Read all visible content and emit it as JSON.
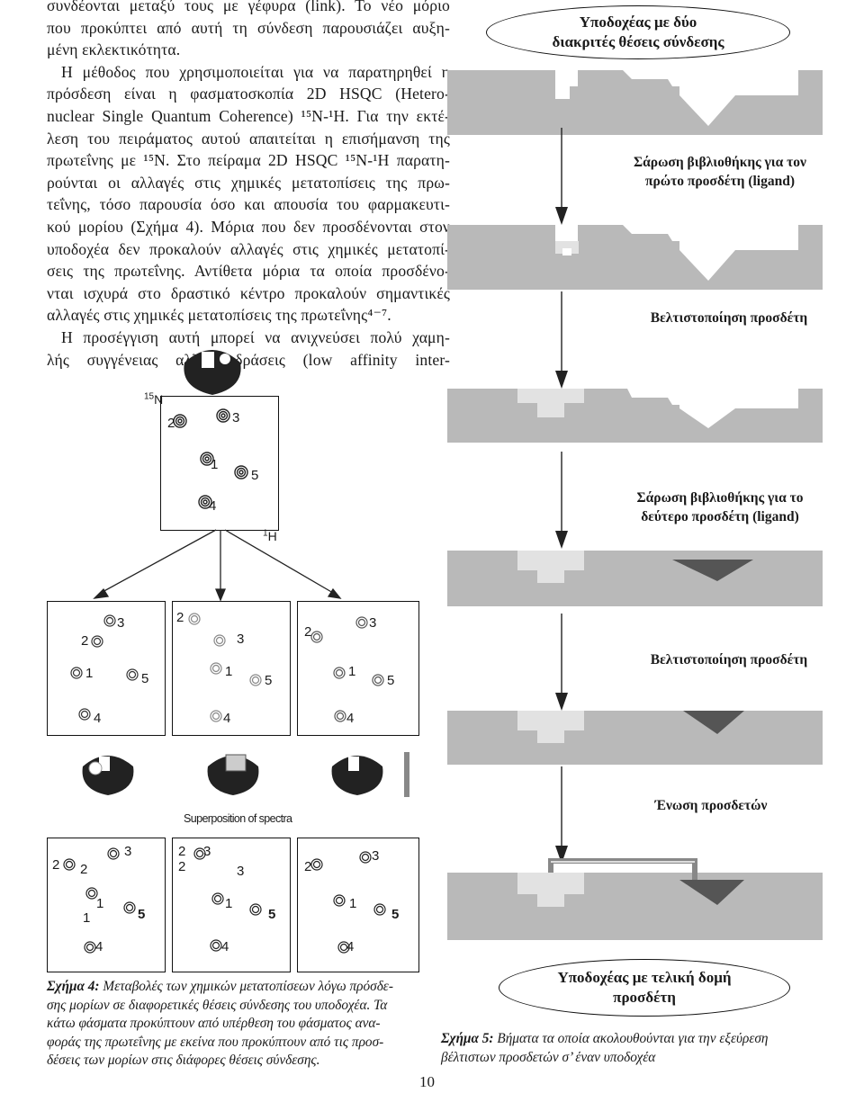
{
  "body_text": [
    "συνδέονται μεταξύ τους με γέφυρα (link). Το νέο μόριο",
    "που προκύπτει από αυτή τη σύνδεση παρουσιάζει αυξη-",
    "μένη εκλεκτικότητα.",
    "Η μέθοδος που χρησιμοποιείται για να παρατηρηθεί η",
    "πρόσδεση είναι η φασματοσκοπία 2D HSQC (Hetero-",
    "nuclear Single Quantum Coherence) ¹⁵N-¹H. Για την εκτέ-",
    "λεση του πειράματος αυτού απαιτείται η επισήμανση της",
    "πρωτεΐνης με ¹⁵N. Στο πείραμα 2D HSQC ¹⁵N-¹H παρατη-",
    "ρούνται οι αλλαγές στις χημικές μετατοπίσεις της πρω-",
    "τεΐνης, τόσο παρουσία όσο και απουσία του φαρμακευτι-",
    "κού μορίου (Σχήμα 4). Μόρια που δεν προσδένονται στον",
    "υποδοχέα δεν προκαλούν αλλαγές στις χημικές μετατοπί-",
    "σεις της πρωτεΐνης. Αντίθετα μόρια τα οποία προσδένο-",
    "νται ισχυρά στο δραστικό κέντρο προκαλούν σημαντικές",
    "αλλαγές στις χημικές μετατοπίσεις της πρωτεΐνης⁴⁻⁷.",
    "Η προσέγγιση αυτή μπορεί να ανιχνεύσει πολύ χαμη-",
    "λής συγγένειας αλληλεπιδράσεις (low affinity inter-"
  ],
  "fig5": {
    "top_oval": [
      "Υποδοχέας με δύο",
      "διακριτές θέσεις σύνδεσης"
    ],
    "step1": [
      "Σάρωση βιβλιοθήκης για τον",
      "πρώτο προσδέτη (ligand)"
    ],
    "step2": "Βελτιστοποίηση προσδέτη",
    "step3": [
      "Σάρωση βιβλιοθήκης για το",
      "δεύτερο προσδέτη (ligand)"
    ],
    "step4": "Βελτιστοποίηση προσδέτη",
    "step5": "Ένωση προσδετών",
    "bottom_oval": [
      "Υποδοχέας με τελική δομή",
      "προσδέτη"
    ],
    "caption_label": "Σχήμα 5:",
    "caption_text": [
      "Βήματα τα οποία ακολουθούνται για την εξεύρεση",
      "βέλτιστων προσδετών σ’ έναν υποδοχέα"
    ]
  },
  "fig4": {
    "axis_n": "15N",
    "axis_n_sup": "15",
    "axis_n_letter": "N",
    "axis_h_sup": "1",
    "axis_h_letter": "H",
    "peaks": [
      "1",
      "2",
      "3",
      "4",
      "5"
    ],
    "superposition_label": "Superposition of spectra",
    "caption_label": "Σχήμα 4:",
    "caption_text": [
      "Μεταβολές των χημικών μετατοπίσεων λόγω πρόσδε-",
      "σης μορίων σε διαφορετικές θέσεις σύνδεσης του υποδοχέα. Τα",
      "κάτω φάσματα προκύπτουν από υπέρθεση του φάσματος ανα-",
      "φοράς της πρωτεΐνης με εκείνα που προκύπτουν από τις προσ-",
      "δέσεις των μορίων στις διάφορες θέσεις σύνδεσης."
    ]
  },
  "page_number": "10"
}
